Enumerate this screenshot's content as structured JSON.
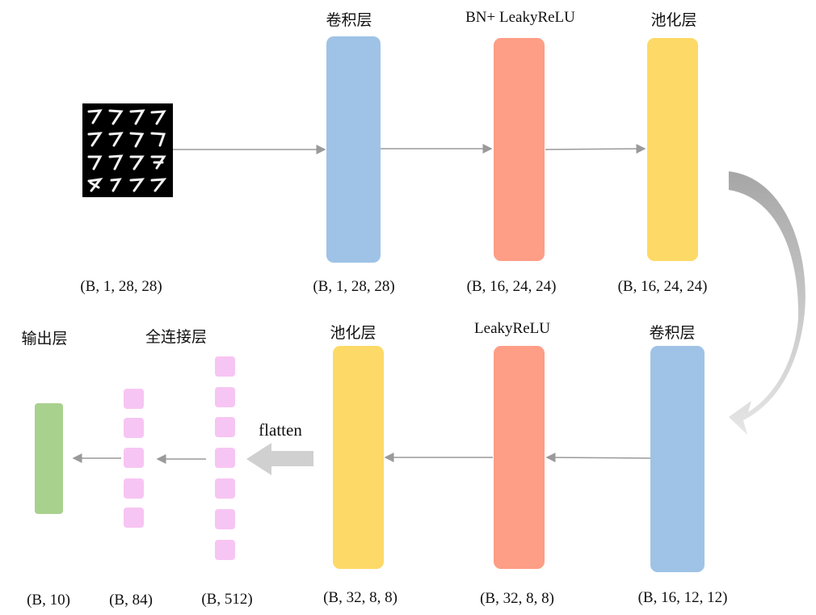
{
  "colors": {
    "conv": "#9fc3e6",
    "bn_act": "#fe9e86",
    "pool": "#fdd967",
    "fc": "#f7c5f3",
    "output": "#a9d18e",
    "arrow": "#9a9a9a",
    "flatten_arrow": "#d0d0d0"
  },
  "input": {
    "icon": "mnist-digit-grid-icon",
    "shape": "(B, 1, 28, 28)"
  },
  "row1": {
    "conv": {
      "title": "卷积层",
      "shape": "(B, 1, 28, 28)"
    },
    "bn_act": {
      "title": "BN+ LeakyReLU",
      "shape": "(B, 16, 24, 24)"
    },
    "pool": {
      "title": "池化层",
      "shape": "(B, 16, 24, 24)"
    }
  },
  "row2": {
    "conv": {
      "title": "卷积层",
      "shape": "(B, 16, 12, 12)"
    },
    "act": {
      "title": "LeakyReLU",
      "shape": "(B, 32, 8, 8)"
    },
    "pool": {
      "title": "池化层",
      "shape": "(B, 32, 8, 8)"
    },
    "flatten": {
      "label": "flatten",
      "shape": "(B, 512)"
    },
    "fc": {
      "title": "全连接层",
      "shape": "(B, 84)"
    },
    "output": {
      "title": "输出层",
      "shape": "(B, 10)"
    }
  }
}
